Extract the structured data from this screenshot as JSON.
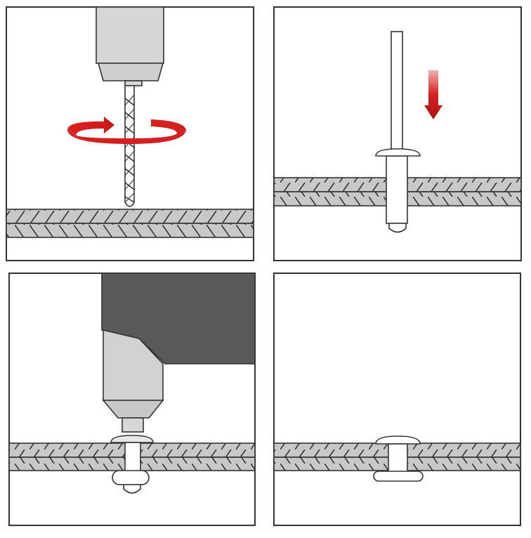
{
  "diagram": {
    "steps": [
      {
        "name": "drill-hole"
      },
      {
        "name": "insert-rivet"
      },
      {
        "name": "pull-mandrel"
      },
      {
        "name": "set-rivet"
      }
    ],
    "colors": {
      "outline": "#333333",
      "plate": "#c8c8c8",
      "tool_light": "#d6d6d6",
      "tool_dark": "#595959",
      "arrow_red": "#d42020"
    }
  }
}
